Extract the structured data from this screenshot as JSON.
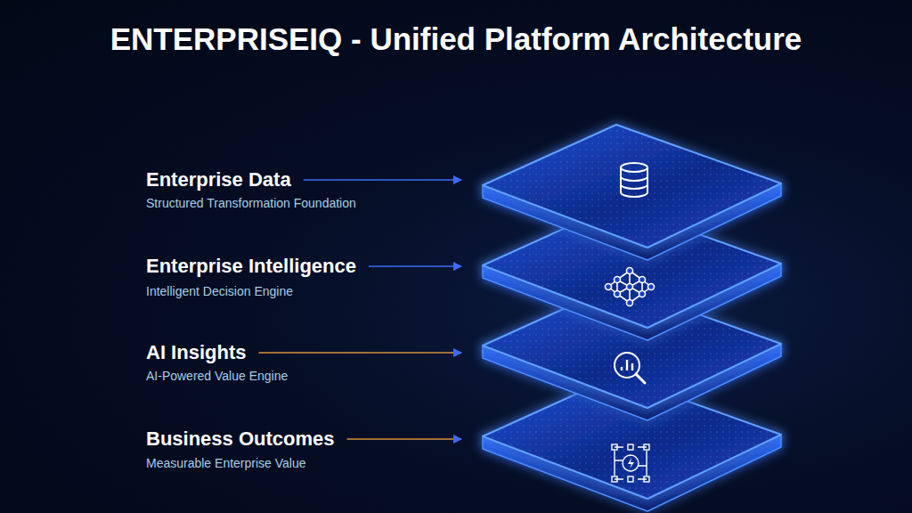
{
  "diagram": {
    "title": "ENTERPRISEIQ - Unified Platform Architecture",
    "labels": [
      "Enterprise Data",
      "Structured Transformation Foundation",
      "Enterprise Intelligence",
      "Intelligent Decision Engine",
      "AI Insights",
      "AI-Powered Value Engine",
      "Business Outcomes",
      "Measurable Enterprise Value"
    ]
  }
}
